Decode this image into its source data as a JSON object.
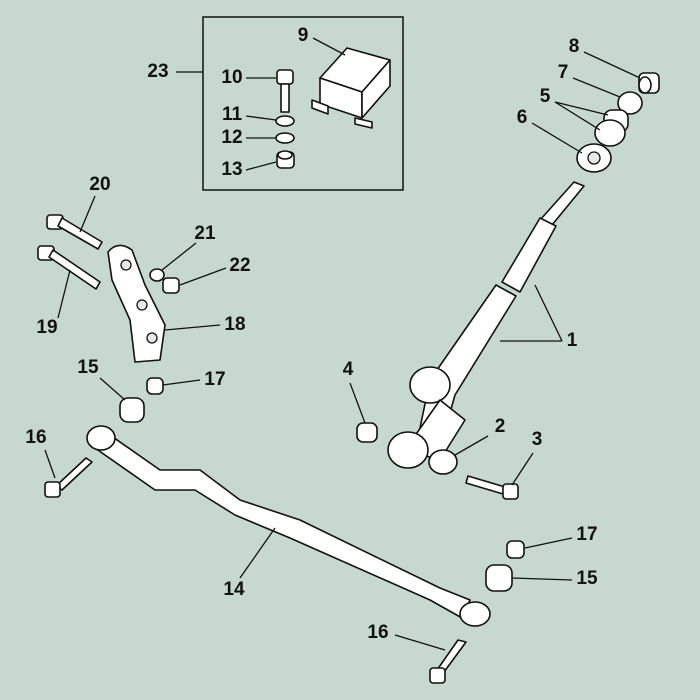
{
  "diagram": {
    "title": "Anti-roll bar / panhard rod assembly exploded view",
    "background": "#c6d8cf",
    "callouts": {
      "c1": "1",
      "c2": "2",
      "c3": "3",
      "c4": "4",
      "c5": "5",
      "c6": "6",
      "c7": "7",
      "c8": "8",
      "c9": "9",
      "c10": "10",
      "c11": "11",
      "c12": "12",
      "c13": "13",
      "c14": "14",
      "c15a": "15",
      "c15b": "15",
      "c16a": "16",
      "c16b": "16",
      "c17a": "17",
      "c17b": "17",
      "c18": "18",
      "c19": "19",
      "c20": "20",
      "c21": "21",
      "c22": "22",
      "c23": "23"
    }
  }
}
